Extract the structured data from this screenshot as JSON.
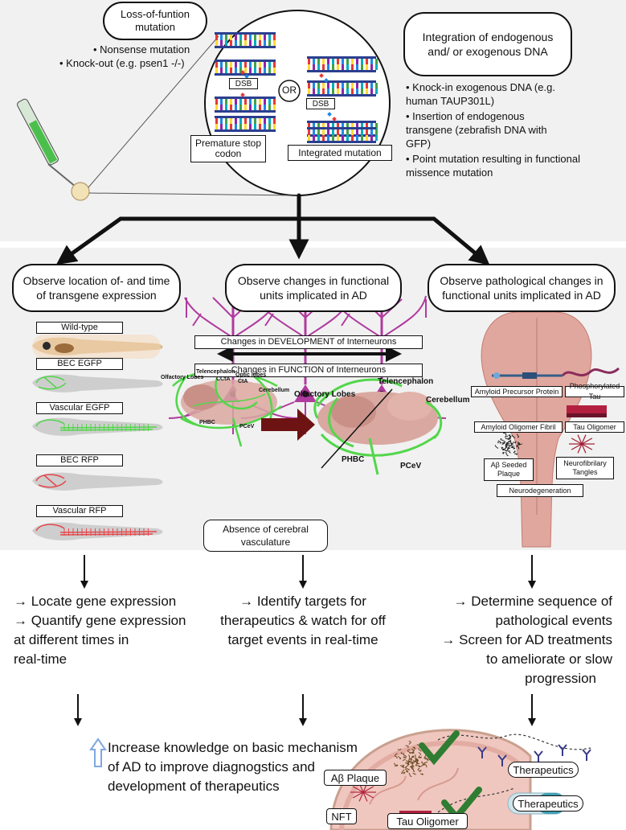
{
  "top": {
    "lof_title": "Loss-of-funtion mutation",
    "lof_items": [
      "• Nonsense mutation",
      "• Knock-out (e.g. psen1 -/-)"
    ],
    "dsb": "DSB",
    "or": "OR",
    "premature_stop": "Premature stop codon",
    "integrated_mutation": "Integrated mutation",
    "integration_title": "Integration of endogenous and/ or exogenous DNA",
    "integration_items": [
      "• Knock-in exogenous DNA (e.g. human TAUP301L)",
      "• Insertion of endogenous transgene (zebrafish DNA with GFP)",
      "• Point mutation resulting in functional missence mutation"
    ]
  },
  "left": {
    "title": "Observe location of- and time of transgene expression",
    "fish": [
      "Wild-type",
      "BEC EGFP",
      "Vascular EGFP",
      "BEC RFP",
      "Vascular RFP"
    ]
  },
  "middle": {
    "title": "Observe changes in functional units implicated in AD",
    "development": "Changes in DEVELOPMENT of Interneurons",
    "function": "Changes in FUNCTION of Interneurons",
    "small_brain_labels": [
      "Olfactory Lobes",
      "Telencephalon",
      "CCtA",
      "Optic lobes",
      "CtA",
      "Cerebellum",
      "PHBC",
      "PCeV"
    ],
    "large_brain_labels": [
      "Olfactory Lobes",
      "Telencephalon",
      "Cerebellum",
      "PHBC",
      "PCeV"
    ],
    "absence": "Absence of cerebral vasculature"
  },
  "right": {
    "title": "Observe pathological changes in functional units implicated in AD",
    "app": "Amyloid Precursor Protein",
    "ptau": "Phosphorylated Tau",
    "fibril": "Amyloid Oligomer Fibril",
    "tau_oligomer": "Tau Oligomer",
    "plaque": "Aβ Seeded Plaque",
    "tangles": "Neurofibrilary Tangles",
    "neurodegeneration": "Neurodegeneration"
  },
  "outcomes": {
    "left": [
      "→ Locate gene expression",
      "→ Quantify gene expression",
      "at different times in",
      "real-time"
    ],
    "middle": [
      "→ Identify targets for",
      "therapeutics & watch for off",
      "target events in real-time"
    ],
    "right": [
      "→ Determine sequence of",
      "pathological events",
      "→ Screen for AD treatments",
      "to ameliorate or slow",
      "progression"
    ]
  },
  "final": {
    "lines": [
      "Increase knowledge on basic mechanism",
      "of AD to improve diagnogstics and",
      "development of therapeutics"
    ],
    "plaque": "Aβ Plaque",
    "nft": "NFT",
    "tau_oligomer": "Tau Oligomer",
    "therapeutics_1": "Therapeutics",
    "therapeutics_2": "Therapeutics"
  },
  "colors": {
    "panel_bg": "#f1f1f1",
    "neuron": "#b03a9e",
    "vessel_green": "#52d64a",
    "brain": "#e0a79e",
    "dark_red_arrow": "#6e1313",
    "check_green": "#2f7d32",
    "upload_arrow": "#7fa8e0"
  }
}
